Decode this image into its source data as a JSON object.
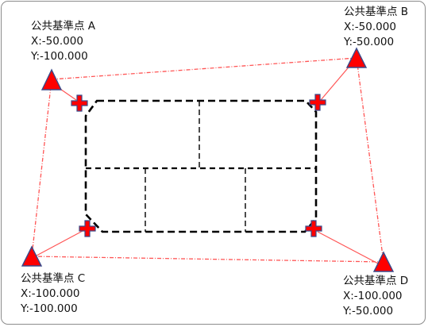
{
  "points": {
    "A": {
      "name": "公共基準点 A",
      "x": "X:-50.000",
      "y": "Y:-100.000"
    },
    "B": {
      "name": "公共基準点 B",
      "x": "X:-50.000",
      "y": "Y:-50.000"
    },
    "C": {
      "name": "公共基準点 C",
      "x": "X:-100.000",
      "y": "Y:-100.000"
    },
    "D": {
      "name": "公共基準点 D",
      "x": "X:-100.000",
      "y": "Y:-50.000"
    }
  },
  "colors": {
    "triangle_fill": "#ff0000",
    "triangle_stroke": "#3a4a8a",
    "cross_fill": "#ff0000",
    "link_line": "#ff5555",
    "parcel_line": "#000000",
    "frame_border": "#8c8c8c"
  },
  "icons": {
    "control_point": "red-triangle-icon",
    "corner_marker": "red-cross-icon"
  }
}
